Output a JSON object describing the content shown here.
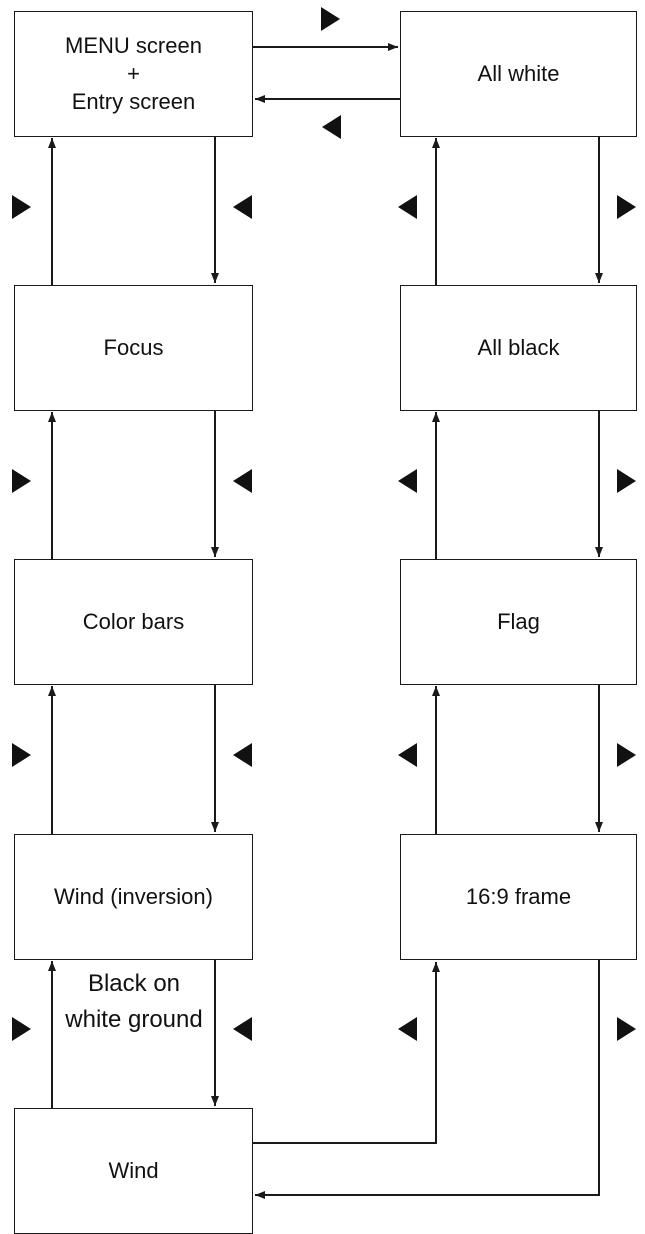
{
  "boxes": {
    "menu_entry": {
      "line1": "MENU screen",
      "line2": "+",
      "line3": "Entry screen"
    },
    "focus": "Focus",
    "color_bars": "Color bars",
    "wind_inversion": "Wind (inversion)",
    "wind": "Wind",
    "all_white": "All white",
    "all_black": "All black",
    "flag": "Flag",
    "frame_16_9": "16:9 frame"
  },
  "annotation": {
    "line1": "Black on",
    "line2": "white ground"
  },
  "symbols": {
    "forward": "next-triangle-right",
    "backward": "previous-triangle-left"
  },
  "colors": {
    "line": "#1a1a1a",
    "text": "#111111",
    "background": "#ffffff"
  }
}
